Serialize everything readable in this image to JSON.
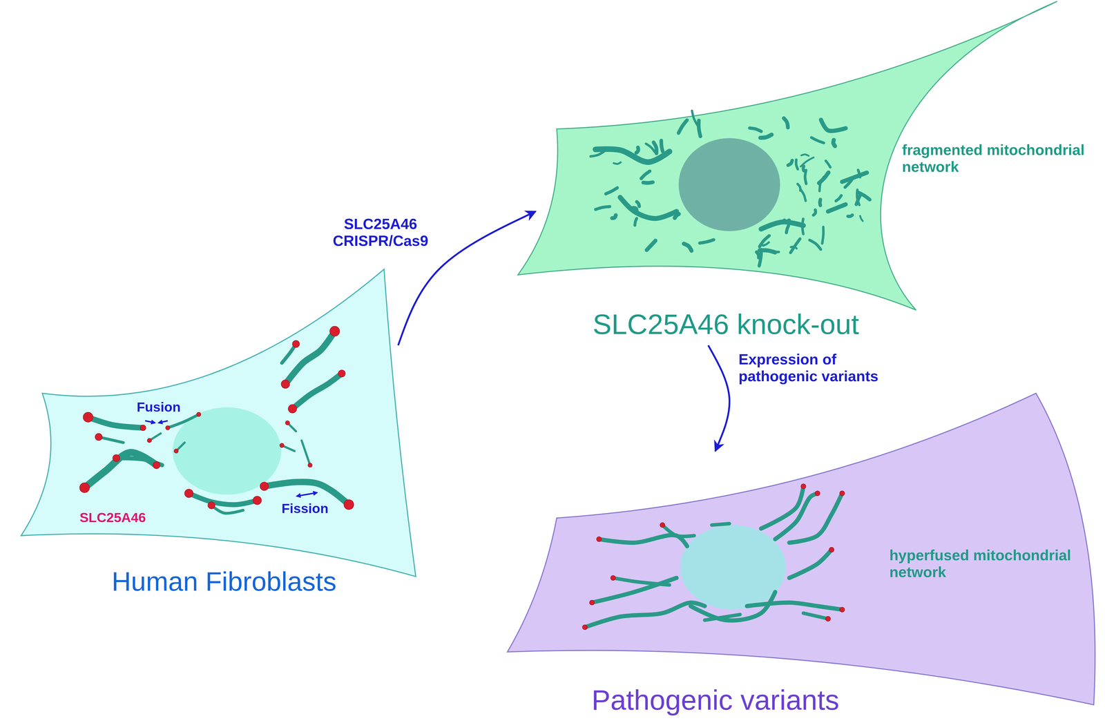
{
  "diagram": {
    "nodes": [
      {
        "text": [
          "Fusion",
          "Fission",
          "SLC25A46",
          "Human Fibroblasts"
        ]
      },
      {
        "text": [
          "fragmented mitochondrial network",
          "SLC25A46 knock-out"
        ]
      },
      {
        "text": [
          "hyperfused mitochondrial network",
          "Pathogenic variants"
        ]
      }
    ],
    "edges": [
      {
        "from": 0,
        "to": 1,
        "label": "SLC25A46 CRISPR/Cas9",
        "arrow": "to"
      },
      {
        "from": 1,
        "to": 2,
        "label": "Expression of pathogenic variants",
        "arrow": "to"
      }
    ]
  }
}
